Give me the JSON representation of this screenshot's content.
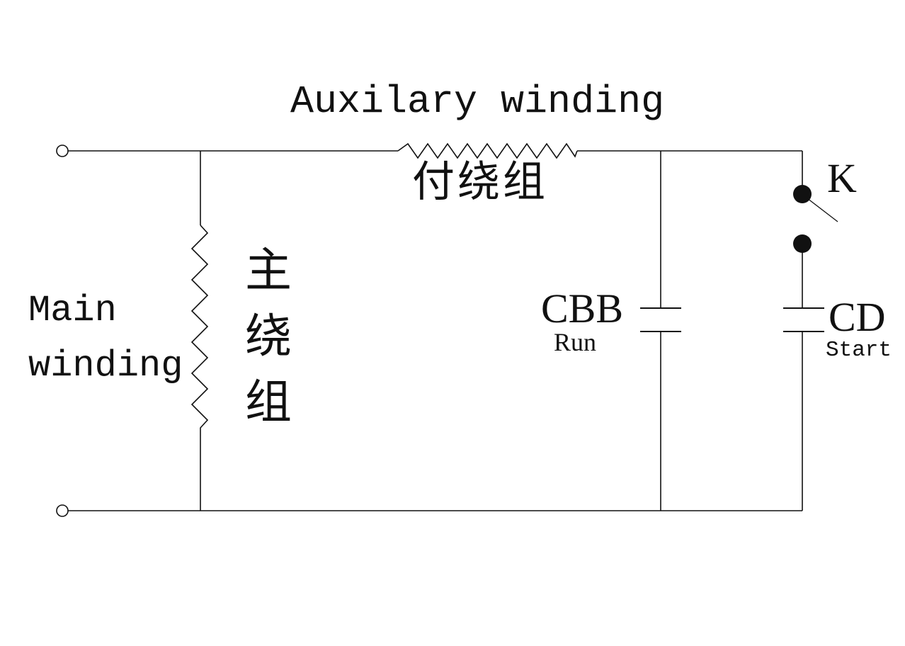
{
  "diagram": {
    "type": "single-phase-motor-circuit-schematic",
    "background_color": "#ffffff",
    "line_color": "#111111",
    "components": {
      "auxiliary_winding": {
        "label_en": "Auxilary winding",
        "label_cn": "付绕组",
        "symbol": "resistor-zigzag-horizontal"
      },
      "main_winding": {
        "label_en": "Main winding",
        "label_cn": "主绕组",
        "symbol": "resistor-zigzag-vertical"
      },
      "switch_k": {
        "label": "K",
        "symbol": "knife-switch-open"
      },
      "run_capacitor": {
        "label": "CBB",
        "sublabel": "Run",
        "symbol": "capacitor-two-plates"
      },
      "start_capacitor": {
        "label": "CD",
        "sublabel": "Start",
        "symbol": "capacitor-two-plates"
      },
      "terminals": {
        "count": 2,
        "style": "open-circle"
      }
    }
  }
}
